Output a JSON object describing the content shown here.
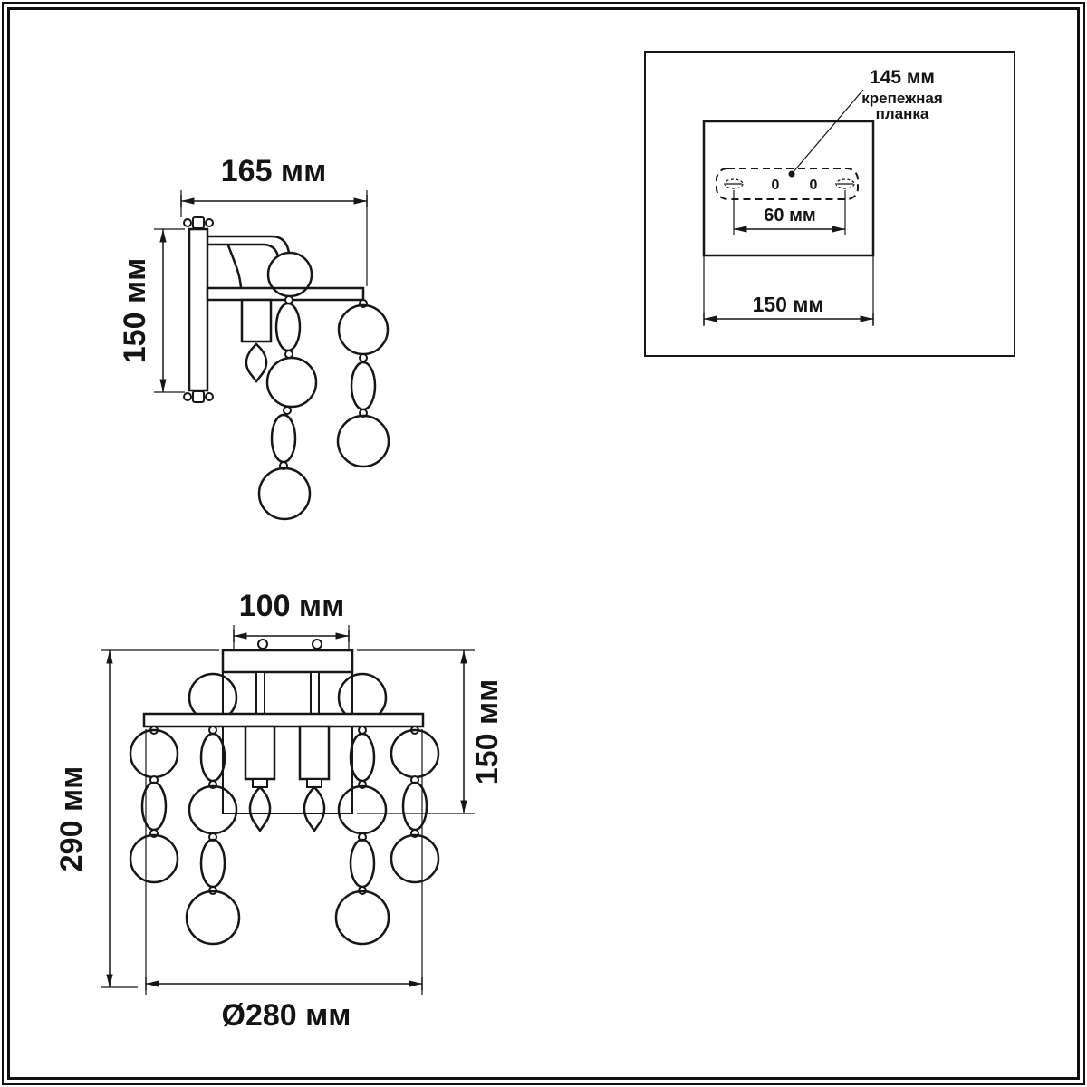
{
  "side_view": {
    "width": "165 мм",
    "height": "150 мм"
  },
  "mount_detail": {
    "bracket_length": "145 мм",
    "bracket_word1": "крепежная",
    "bracket_word2": "планка",
    "hole_left_mark": "0",
    "hole_right_mark": "0",
    "holes_spacing": "60 мм",
    "plate_width": "150 мм"
  },
  "front_view": {
    "canopy_width": "100 мм",
    "upper_height": "150 мм",
    "total_height": "290 мм",
    "diameter": "Ø280 мм"
  }
}
